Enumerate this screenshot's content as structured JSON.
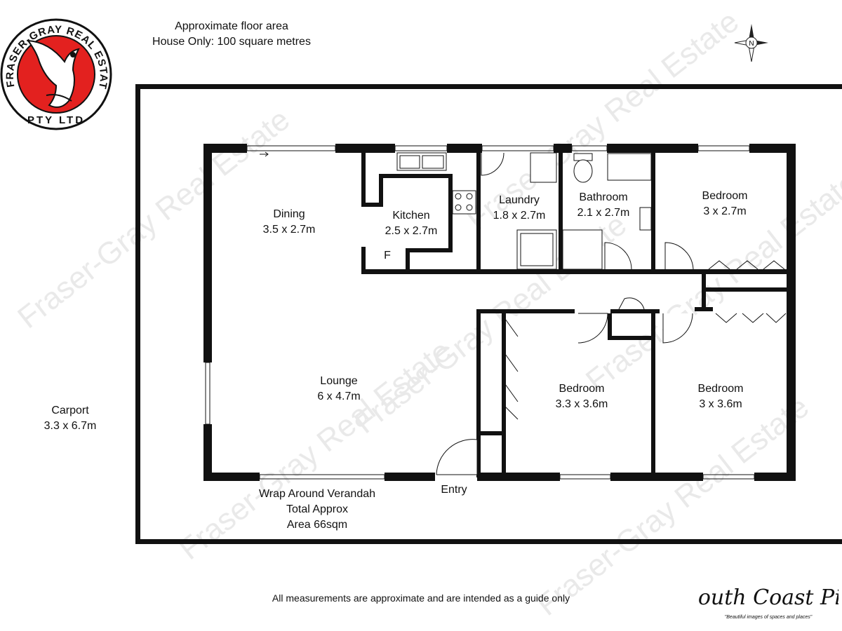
{
  "header": {
    "area_line1": "Approximate floor area",
    "area_line2": "House Only: 100 square metres"
  },
  "logo": {
    "icon": "eagle-logo-icon",
    "ring_text": "FRASER-GRAY REAL ESTATE",
    "sub_text": "PTY LTD",
    "color": "#e3211f"
  },
  "compass": {
    "icon": "north-compass-icon",
    "letter": "N"
  },
  "watermark": "Fraser-Gray Real Estate",
  "rooms": {
    "dining": {
      "name": "Dining",
      "size": "3.5 x 2.7m"
    },
    "kitchen": {
      "name": "Kitchen",
      "size": "2.5 x 2.7m",
      "fridge": "F"
    },
    "laundry": {
      "name": "Laundry",
      "size": "1.8 x 2.7m"
    },
    "bathroom": {
      "name": "Bathroom",
      "size": "2.1 x 2.7m"
    },
    "bedroom1": {
      "name": "Bedroom",
      "size": "3 x 2.7m"
    },
    "lounge": {
      "name": "Lounge",
      "size": "6 x 4.7m"
    },
    "bedroom2": {
      "name": "Bedroom",
      "size": "3.3 x 3.6m"
    },
    "bedroom3": {
      "name": "Bedroom",
      "size": "3 x 3.6m"
    },
    "carport": {
      "name": "Carport",
      "size": "3.3 x 6.7m"
    }
  },
  "entry": "Entry",
  "verandah": {
    "line1": "Wrap Around Verandah",
    "line2": "Total Approx",
    "line3": "Area 66sqm"
  },
  "footer": {
    "disclaimer": "All measurements are approximate and are intended as a guide only",
    "brand": "South Coast Pix",
    "brand_tagline": "\"Beautiful images of spaces and places\""
  }
}
